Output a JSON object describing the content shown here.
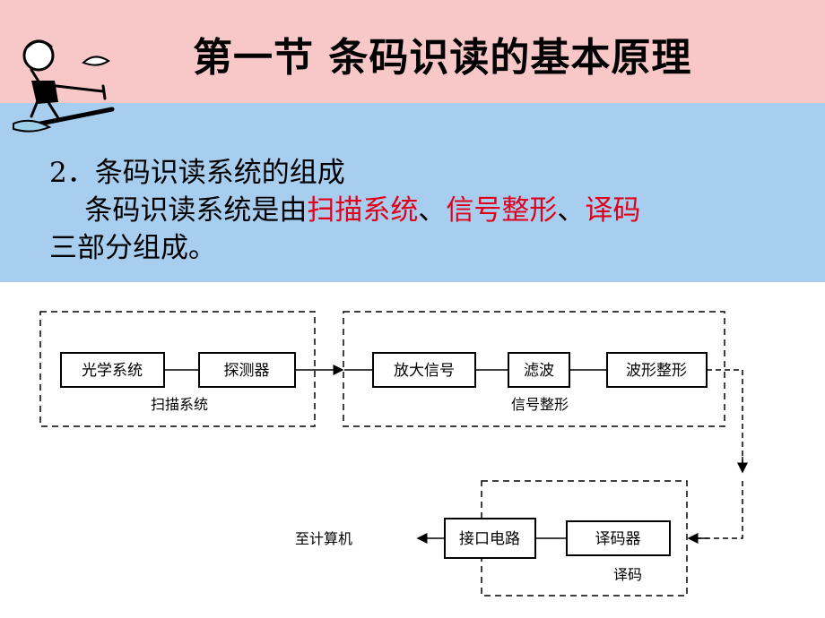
{
  "title": "第一节  条码识读的基本原理",
  "body": {
    "heading": "2．条码识读系统的组成",
    "line2_prefix": "    条码识读系统是由",
    "term1": "扫描系统",
    "sep1": "、",
    "term2": "信号整形",
    "sep2": "、",
    "term3": "译码",
    "line3": "三部分组成。"
  },
  "diagram": {
    "boxes": {
      "optical": "光学系统",
      "detector": "探测器",
      "amplify": "放大信号",
      "filter": "滤波",
      "shaping": "波形整形",
      "decoder": "译码器",
      "interface": "接口电路"
    },
    "groups": {
      "scan": "扫描系统",
      "signal": "信号整形",
      "decode": "译码"
    },
    "output": "至计算机"
  },
  "colors": {
    "top_band": "#f8c8c8",
    "middle_band": "#a7cdef",
    "highlight": "#e0001b"
  }
}
